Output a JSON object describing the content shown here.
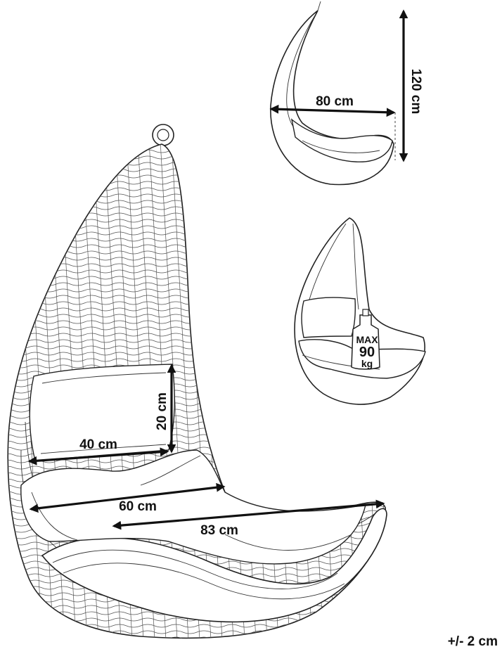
{
  "labels": {
    "height_side": "120 cm",
    "depth_side": "80 cm",
    "back_cushion_height": "20 cm",
    "back_cushion_width": "40 cm",
    "seat_width": "60 cm",
    "total_width": "83 cm",
    "tolerance": "+/- 2 cm"
  },
  "load": {
    "max_label": "MAX",
    "value": "90",
    "unit": "kg"
  }
}
